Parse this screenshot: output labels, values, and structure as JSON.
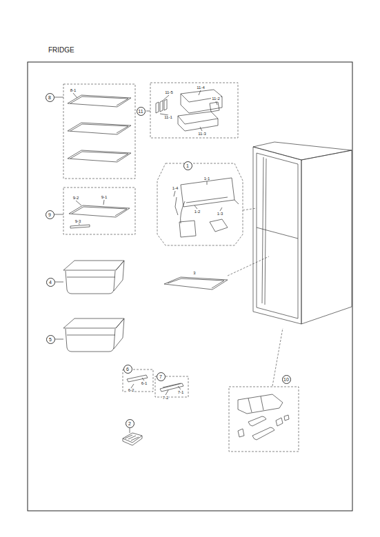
{
  "diagram": {
    "title": "FRIDGE",
    "nodes": [
      {
        "text": [
          "8"
        ]
      },
      {
        "text": [
          "11"
        ]
      },
      {
        "text": [
          "1"
        ]
      },
      {
        "text": [
          "9"
        ]
      },
      {
        "text": [
          "4"
        ]
      },
      {
        "text": [
          "5"
        ]
      },
      {
        "text": [
          "6"
        ]
      },
      {
        "text": [
          "7"
        ]
      },
      {
        "text": [
          "2"
        ]
      },
      {
        "text": [
          "10"
        ]
      }
    ],
    "labels": [
      "8-1",
      "11-5",
      "11-4",
      "11-2",
      "11-1",
      "11-3",
      "1-1",
      "1-4",
      "1-2",
      "1-3",
      "9-2",
      "9-1",
      "9-3",
      "3",
      "6-1",
      "6-2",
      "7-2",
      "7-1"
    ]
  }
}
